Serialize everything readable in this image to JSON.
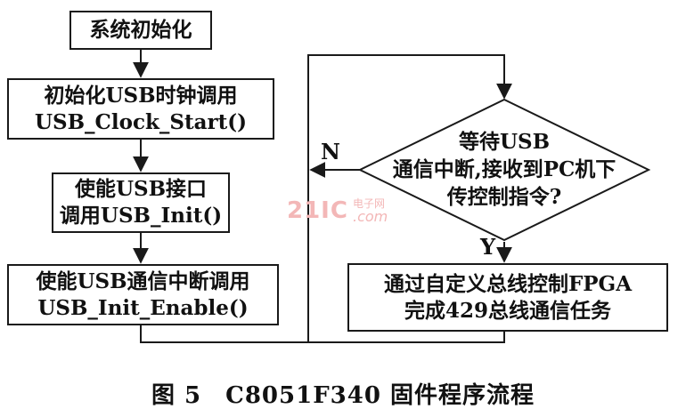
{
  "flowchart": {
    "left": {
      "init_system": "系统初始化",
      "init_clock": [
        "初始化USB时钟调用",
        "USB_Clock_Start()"
      ],
      "enable_usb": [
        "使能USB接口",
        "调用USB_Init()"
      ],
      "enable_interrupt": [
        "使能USB通信中断调用",
        "USB_Init_Enable()"
      ]
    },
    "right": {
      "wait_decision": [
        "等待USB",
        "通信中断,接收到PC机下",
        "传控制指令?"
      ],
      "control_fpga": [
        "通过自定义总线控制FPGA",
        "完成429总线通信任务"
      ]
    },
    "labels": {
      "no": "N",
      "yes": "Y"
    }
  },
  "watermark": {
    "number": "21IC",
    "cn": "电子网",
    "domain": ".com"
  },
  "caption": "图 5　C8051F340 固件程序流程"
}
